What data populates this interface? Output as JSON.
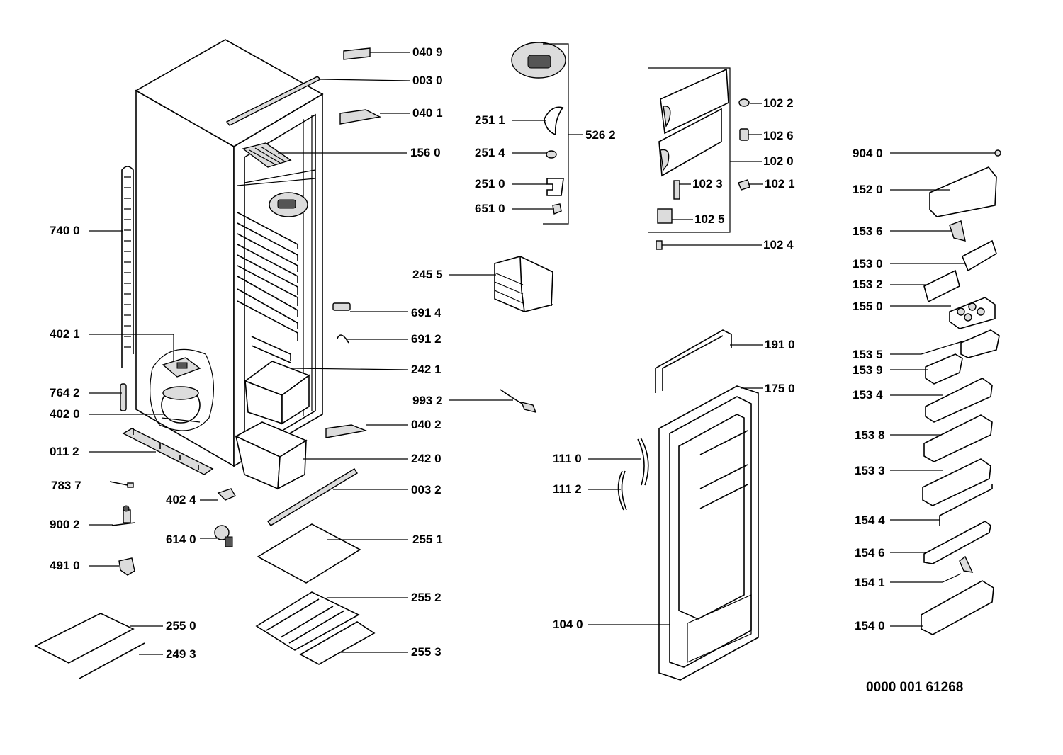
{
  "diagram": {
    "document_number": "0000 001 61268",
    "callouts": [
      {
        "id": "c0409",
        "text": "040 9"
      },
      {
        "id": "c0030",
        "text": "003 0"
      },
      {
        "id": "c0401",
        "text": "040 1"
      },
      {
        "id": "c1560",
        "text": "156 0"
      },
      {
        "id": "c7400",
        "text": "740 0"
      },
      {
        "id": "c4021",
        "text": "402 1"
      },
      {
        "id": "c7642",
        "text": "764 2"
      },
      {
        "id": "c4020",
        "text": "402 0"
      },
      {
        "id": "c0112",
        "text": "011 2"
      },
      {
        "id": "c7837",
        "text": "783 7"
      },
      {
        "id": "c4024",
        "text": "402 4"
      },
      {
        "id": "c9002",
        "text": "900 2"
      },
      {
        "id": "c6140",
        "text": "614 0"
      },
      {
        "id": "c4910",
        "text": "491 0"
      },
      {
        "id": "c2550",
        "text": "255 0"
      },
      {
        "id": "c2493",
        "text": "249 3"
      },
      {
        "id": "c2511",
        "text": "251 1"
      },
      {
        "id": "c2514",
        "text": "251 4"
      },
      {
        "id": "c2510",
        "text": "251 0"
      },
      {
        "id": "c6510",
        "text": "651 0"
      },
      {
        "id": "c5262",
        "text": "526 2"
      },
      {
        "id": "c2455",
        "text": "245 5"
      },
      {
        "id": "c6914",
        "text": "691 4"
      },
      {
        "id": "c6912",
        "text": "691 2"
      },
      {
        "id": "c2421",
        "text": "242 1"
      },
      {
        "id": "c9932",
        "text": "993 2"
      },
      {
        "id": "c0402",
        "text": "040 2"
      },
      {
        "id": "c2420",
        "text": "242 0"
      },
      {
        "id": "c0032",
        "text": "003 2"
      },
      {
        "id": "c2551",
        "text": "255 1"
      },
      {
        "id": "c2552",
        "text": "255 2"
      },
      {
        "id": "c2553",
        "text": "255 3"
      },
      {
        "id": "c1022",
        "text": "102 2"
      },
      {
        "id": "c1026",
        "text": "102 6"
      },
      {
        "id": "c1020",
        "text": "102 0"
      },
      {
        "id": "c1023",
        "text": "102 3"
      },
      {
        "id": "c1021",
        "text": "102 1"
      },
      {
        "id": "c1025",
        "text": "102 5"
      },
      {
        "id": "c1024",
        "text": "102 4"
      },
      {
        "id": "c1910",
        "text": "191 0"
      },
      {
        "id": "c1750",
        "text": "175 0"
      },
      {
        "id": "c1110",
        "text": "111 0"
      },
      {
        "id": "c1112",
        "text": "111 2"
      },
      {
        "id": "c1040",
        "text": "104 0"
      },
      {
        "id": "c9040",
        "text": "904 0"
      },
      {
        "id": "c1520",
        "text": "152 0"
      },
      {
        "id": "c1536",
        "text": "153 6"
      },
      {
        "id": "c1530",
        "text": "153 0"
      },
      {
        "id": "c1532",
        "text": "153 2"
      },
      {
        "id": "c1550",
        "text": "155 0"
      },
      {
        "id": "c1535",
        "text": "153 5"
      },
      {
        "id": "c1539",
        "text": "153 9"
      },
      {
        "id": "c1534",
        "text": "153 4"
      },
      {
        "id": "c1538",
        "text": "153 8"
      },
      {
        "id": "c1533",
        "text": "153 3"
      },
      {
        "id": "c1544",
        "text": "154 4"
      },
      {
        "id": "c1546",
        "text": "154 6"
      },
      {
        "id": "c1541",
        "text": "154 1"
      },
      {
        "id": "c1540",
        "text": "154 0"
      }
    ]
  }
}
